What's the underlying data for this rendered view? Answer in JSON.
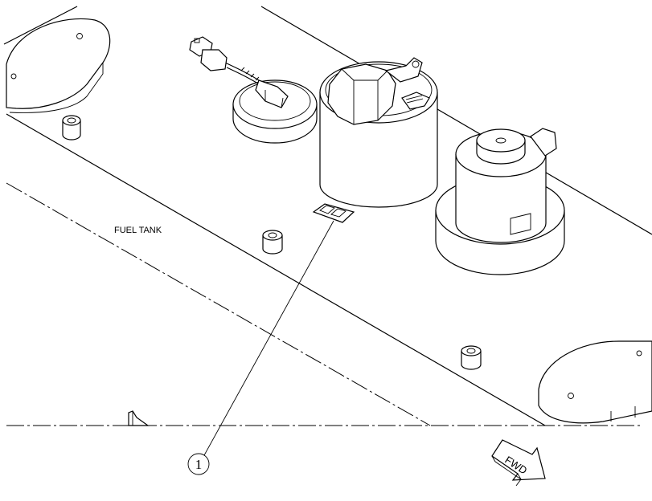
{
  "labels": {
    "fuel_tank": "FUEL TANK",
    "callout_1": "1",
    "forward_arrow": "FWD"
  }
}
